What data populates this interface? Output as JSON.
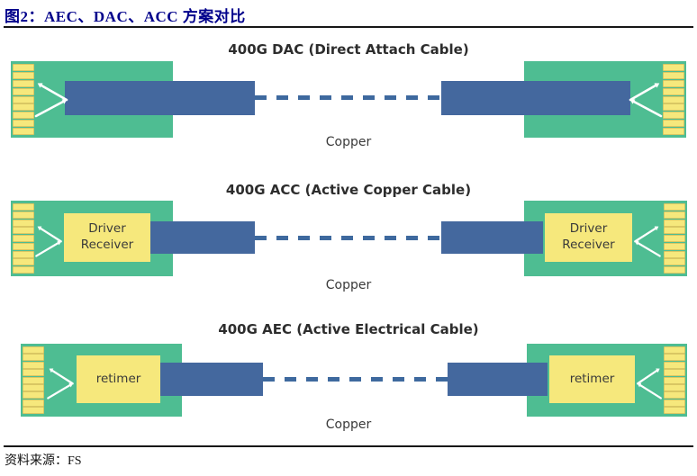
{
  "figure": {
    "title": "图2：AEC、DAC、ACC 方案对比",
    "source": "资料来源：FS"
  },
  "colors": {
    "title_navy": "#00008B",
    "pcb_green": "#4EBD92",
    "cable_blue": "#44689E",
    "dashed_line_blue": "#3E699E",
    "chip_pad_yellow": "#F6E87C",
    "pad_border": "#D9C763",
    "label_dark": "#2D2D2D",
    "rule_black": "#161616"
  },
  "rows": [
    {
      "title": "400G DAC (Direct Attach Cable)",
      "chip_label": "",
      "material_label": "Copper"
    },
    {
      "title": "400G ACC (Active Copper Cable)",
      "chip_label": "Driver Receiver",
      "material_label": "Copper"
    },
    {
      "title": "400G AEC (Active Electrical Cable)",
      "chip_label": "retimer",
      "material_label": "Copper"
    }
  ]
}
